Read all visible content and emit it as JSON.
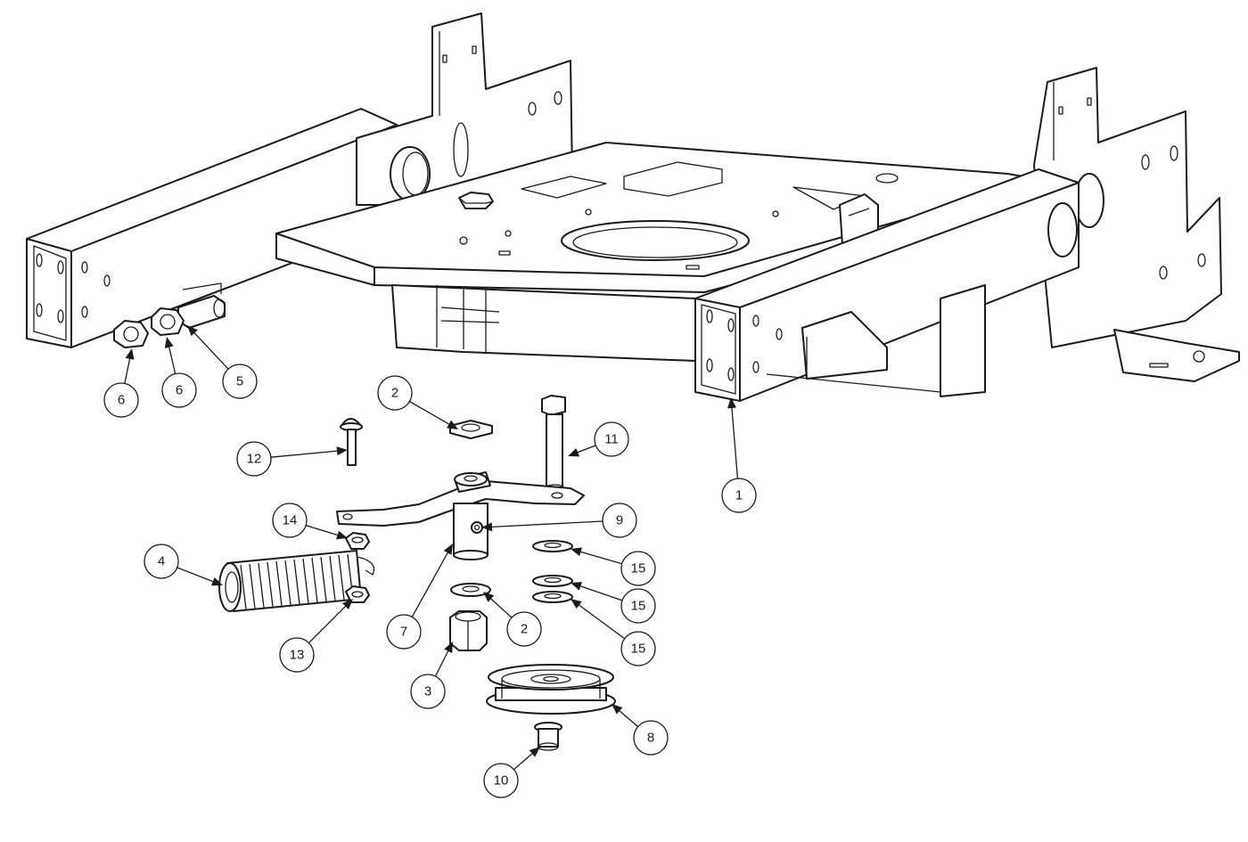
{
  "callouts": [
    {
      "id": "c1",
      "label": "1"
    },
    {
      "id": "c2a",
      "label": "2"
    },
    {
      "id": "c2b",
      "label": "2"
    },
    {
      "id": "c3",
      "label": "3"
    },
    {
      "id": "c4",
      "label": "4"
    },
    {
      "id": "c5",
      "label": "5"
    },
    {
      "id": "c6a",
      "label": "6"
    },
    {
      "id": "c6b",
      "label": "6"
    },
    {
      "id": "c7",
      "label": "7"
    },
    {
      "id": "c8",
      "label": "8"
    },
    {
      "id": "c9",
      "label": "9"
    },
    {
      "id": "c10",
      "label": "10"
    },
    {
      "id": "c11",
      "label": "11"
    },
    {
      "id": "c12",
      "label": "12"
    },
    {
      "id": "c13",
      "label": "13"
    },
    {
      "id": "c14",
      "label": "14"
    },
    {
      "id": "c15a",
      "label": "15"
    },
    {
      "id": "c15b",
      "label": "15"
    },
    {
      "id": "c15c",
      "label": "15"
    }
  ],
  "colors": {
    "line": "#1a1a1a",
    "background": "#ffffff"
  }
}
